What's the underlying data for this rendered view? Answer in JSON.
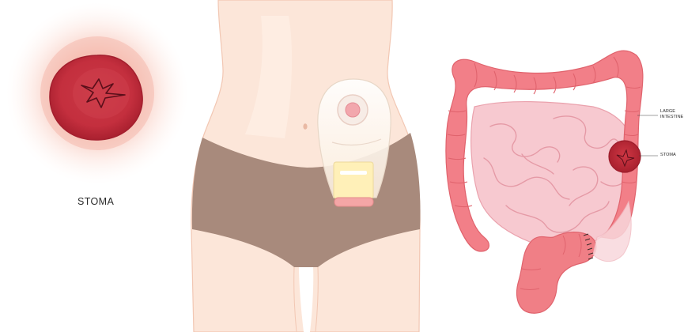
{
  "panels": {
    "stoma_closeup": {
      "title": "STOMA",
      "colors": {
        "glow": "#f7c9bd",
        "stoma": "#c8323f",
        "stoma_inner": "#b9283a"
      }
    },
    "torso": {
      "colors": {
        "skin": "#fbe4d6",
        "underwear": "#a88a7c",
        "pouch": "#fff1c8",
        "pouch_band": "#f2a6a6"
      }
    },
    "intestine": {
      "labels": {
        "large_intestine_line1": "LARGE",
        "large_intestine_line2": "INTESTINE",
        "stoma": "STOMA"
      },
      "colors": {
        "colon": "#f07f86",
        "small_intestine": "#f6c6cf",
        "stoma": "#c0313c"
      }
    }
  }
}
